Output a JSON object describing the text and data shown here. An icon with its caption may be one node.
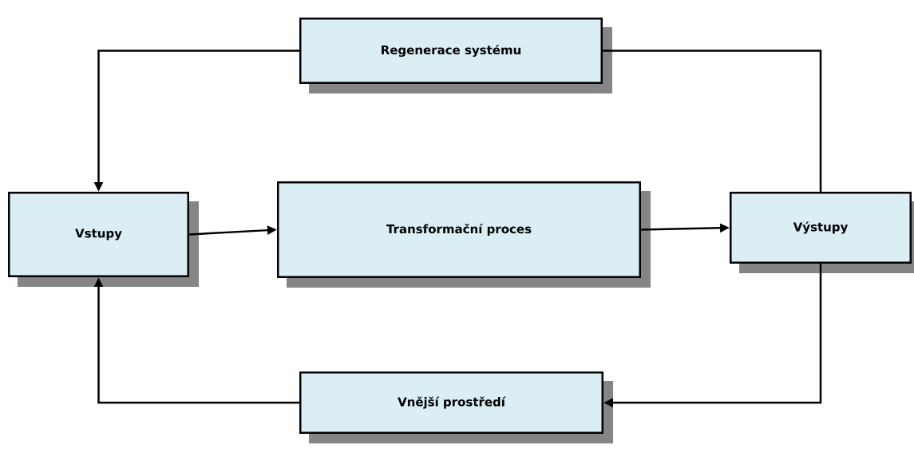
{
  "diagram": {
    "nodes": [
      {
        "text": [
          "Regenerace systému"
        ]
      },
      {
        "text": [
          "Vstupy"
        ]
      },
      {
        "text": [
          "Transformační proces"
        ]
      },
      {
        "text": [
          "Výstupy"
        ]
      },
      {
        "text": [
          "Vnější prostředí"
        ]
      }
    ],
    "edges": [
      {
        "from": 0,
        "to": 1,
        "arrow": "to"
      },
      {
        "from": 3,
        "to": 0,
        "arrow": "none"
      },
      {
        "from": 1,
        "to": 2,
        "arrow": "to"
      },
      {
        "from": 2,
        "to": 3,
        "arrow": "to"
      },
      {
        "from": 3,
        "to": 4,
        "arrow": "to"
      },
      {
        "from": 4,
        "to": 1,
        "arrow": "to"
      }
    ]
  }
}
